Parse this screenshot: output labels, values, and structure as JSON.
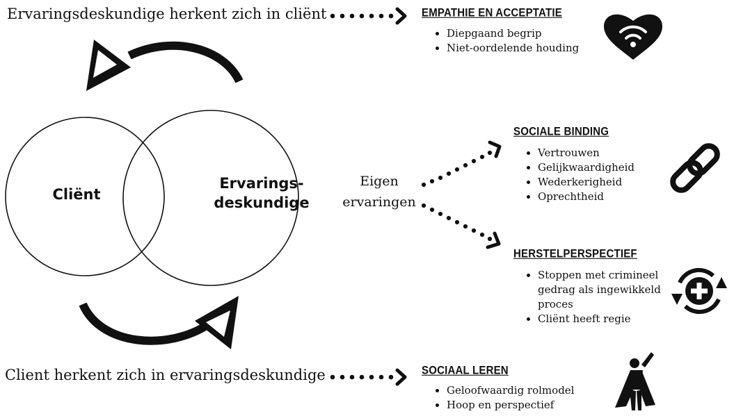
{
  "loop": {
    "top_statement": "Ervaringsdeskundige herkent zich in cliënt",
    "bottom_statement": "Client herkent zich in ervaringsdeskundige"
  },
  "venn": {
    "left_label": "Cliënt",
    "right_label_line1": "Ervarings-",
    "right_label_line2": "deskundige"
  },
  "source": {
    "line1": "Eigen",
    "line2": "ervaringen"
  },
  "outcomes": [
    {
      "heading": "EMPATHIE EN ACCEPTATIE",
      "icon": "heart-icon",
      "bullets": [
        "Diepgaand begrip",
        "Niet-oordelende houding"
      ]
    },
    {
      "heading": "SOCIALE BINDING",
      "icon": "chain-link-icon",
      "bullets": [
        "Vertrouwen",
        "Gelijkwaardigheid",
        "Wederkerigheid",
        "Oprechtheid"
      ]
    },
    {
      "heading": "HERSTELPERSPECTIEF",
      "icon": "recovery-cycle-icon",
      "bullets": [
        "Stoppen met crimineel gedrag als ingewikkeld proces",
        "Cliënt heeft regie"
      ]
    },
    {
      "heading": "SOCIAAL LEREN",
      "icon": "hero-icon",
      "bullets": [
        "Geloofwaardig rolmodel",
        "Hoop en perspectief"
      ]
    }
  ],
  "colors": {
    "ink": "#111111",
    "background": "#ffffff"
  }
}
